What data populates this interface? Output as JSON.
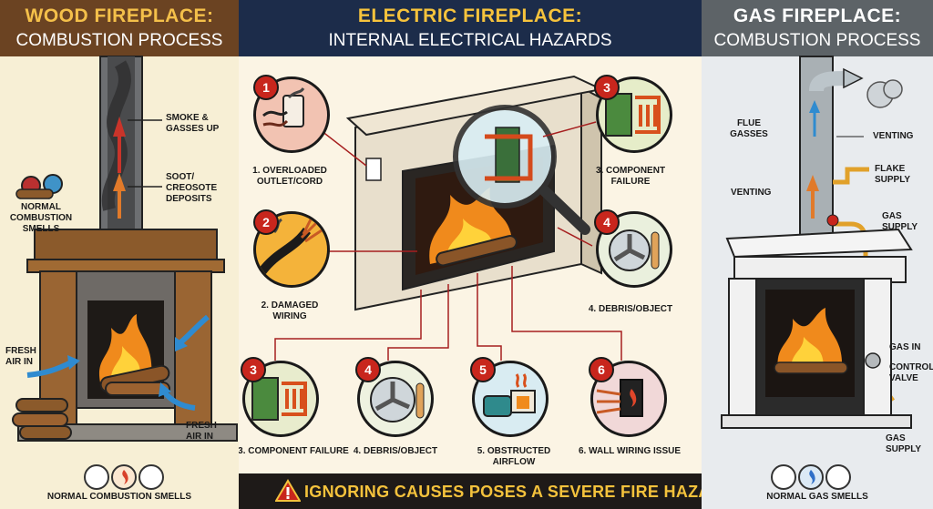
{
  "left": {
    "title": "WOOD FIREPLACE:",
    "subtitle": "COMBUSTION PROCESS",
    "labels": {
      "smoke_1": "SMOKE &",
      "smoke_2": "GASSES UP",
      "soot_1": "SOOT/",
      "soot_2": "CREOSOTE",
      "soot_3": "DEPOSITS",
      "normal_1": "NORMAL",
      "normal_2": "COMBUSTION",
      "normal_3": "SMELLS",
      "fresh1_1": "FRESH",
      "fresh1_2": "AIR IN",
      "fresh2_1": "FRESH",
      "fresh2_2": "AIR IN",
      "footer": "NORMAL COMBUSTION SMELLS"
    }
  },
  "middle": {
    "title": "ELECTRIC FIREPLACE:",
    "subtitle": "INTERNAL ELECTRICAL HAZARDS",
    "top_items": [
      {
        "num": "1",
        "line1": "1. OVERLOADED",
        "line2": "OUTLET/CORD"
      },
      {
        "num": "2",
        "line1": "2. DAMAGED",
        "line2": "WIRING"
      },
      {
        "num": "3",
        "line1": "3. COMPONENT",
        "line2": "FAILURE"
      },
      {
        "num": "4",
        "line1": "4. DEBRIS/OBJECT",
        "line2": ""
      }
    ],
    "bottom_items": [
      {
        "num": "3",
        "label": "3. COMPONENT FAILURE"
      },
      {
        "num": "4",
        "label": "4. DEBRIS/OBJECT"
      },
      {
        "num": "5",
        "label": "5. OBSTRUCTED AIRFLOW"
      },
      {
        "num": "6",
        "label": "6. WALL WIRING ISSUE"
      }
    ],
    "banner": "IGNORING CAUSES POSES A SEVERE FIRE HAZARD!"
  },
  "right": {
    "title": "GAS FIREPLACE:",
    "subtitle": "COMBUSTION PROCESS",
    "labels": {
      "flue_1": "FLUE",
      "flue_2": "GASSES",
      "venting_top": "VENTING",
      "venting_mid": "VENTING",
      "flake_1": "FLAKE",
      "flake_2": "SUPPLY",
      "gas_supply_1": "GAS",
      "gas_supply_2": "SUPPLY",
      "gasin_1": "GAS IN",
      "control_1": "CONTROL",
      "control_2": "VALVE",
      "gas_bottom_1": "GAS",
      "gas_bottom_2": "SUPPLY",
      "footer": "NORMAL GAS SMELLS"
    }
  },
  "colors": {
    "wood_header": "#6b4322",
    "electric_header": "#1c2c4a",
    "gas_header": "#5d6367",
    "accent_yellow": "#f4c04a",
    "hazard_red": "#c8261d"
  }
}
